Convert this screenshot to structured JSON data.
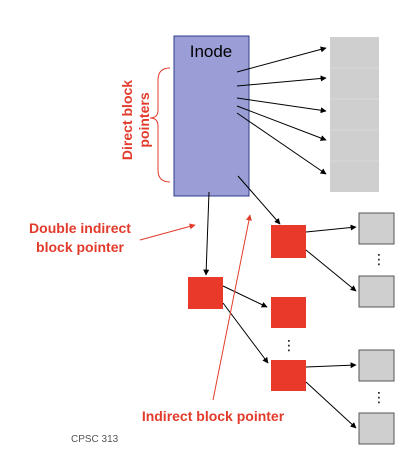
{
  "inode": {
    "label": "Inode"
  },
  "labels": {
    "direct_line1": "Direct block",
    "direct_line2": "pointers",
    "double_line1": "Double indirect",
    "double_line2": "block pointer",
    "indirect": "Indirect block pointer",
    "ellipsis": "⋮",
    "footer": "CPSC 313"
  },
  "colors": {
    "inode_fill": "#9b9ed6",
    "block_fill": "#e8392a",
    "data_fill": "#cfcfcf",
    "label_red": "#e23b2b",
    "arrow": "#000000"
  }
}
